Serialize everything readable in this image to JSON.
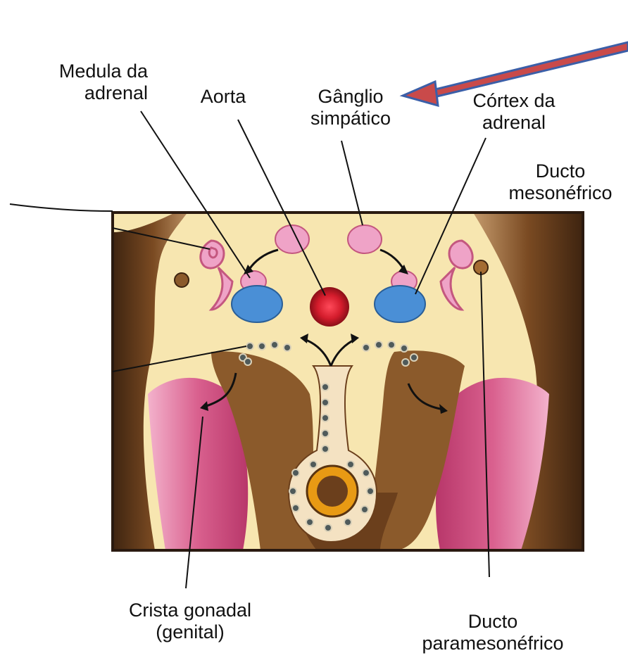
{
  "labels": {
    "medula": {
      "line1": "Medula da",
      "line2": "adrenal"
    },
    "aorta": {
      "line1": "Aorta"
    },
    "ganglio": {
      "line1": "Gânglio",
      "line2": "simpático"
    },
    "cortex": {
      "line1": "Córtex da",
      "line2": "adrenal"
    },
    "ducto_meso": {
      "line1": "Ducto",
      "line2": "mesonéfrico"
    },
    "crista": {
      "line1": "Crista gonadal",
      "line2": "(genital)"
    },
    "ducto_para": {
      "line1": "Ducto",
      "line2": "paramesonéfrico"
    }
  },
  "colors": {
    "background_tissue": "#f7e6b0",
    "border": "#2a1a10",
    "brown_tissue": "#8b5a2b",
    "pink_tissue": "#d9608e",
    "ganglion_pink": "#efa3c7",
    "cortex_blue": "#4a8fd6",
    "aorta_red": "#d41c2c",
    "gut_ring": "#e89a14",
    "callout_arrow_fill": "#c94a4a",
    "callout_arrow_outline": "#3b5fa8"
  }
}
